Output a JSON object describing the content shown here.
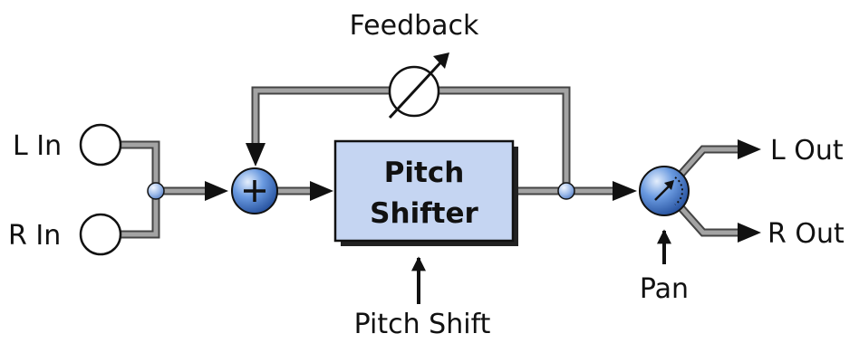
{
  "diagram": {
    "title": "",
    "labels": {
      "feedback": "Feedback",
      "l_in": "L In",
      "r_in": "R In",
      "pitch_shifter_line1": "Pitch",
      "pitch_shifter_line2": "Shifter",
      "pitch_shift": "Pitch Shift",
      "pan": "Pan",
      "l_out": "L Out",
      "r_out": "R Out"
    },
    "nodes": [
      "L In",
      "R In",
      "sum",
      "Pitch Shifter",
      "Pan",
      "L Out",
      "R Out"
    ],
    "colors": {
      "box_fill": "#c5d5f2",
      "node_fill": "#4f82cf",
      "line_gray": "#9a9a9a",
      "stroke": "#111111"
    },
    "icons": {
      "sum": "plus-icon",
      "feedback_control": "variable-control-icon",
      "pan_control": "pan-knob-icon"
    }
  }
}
